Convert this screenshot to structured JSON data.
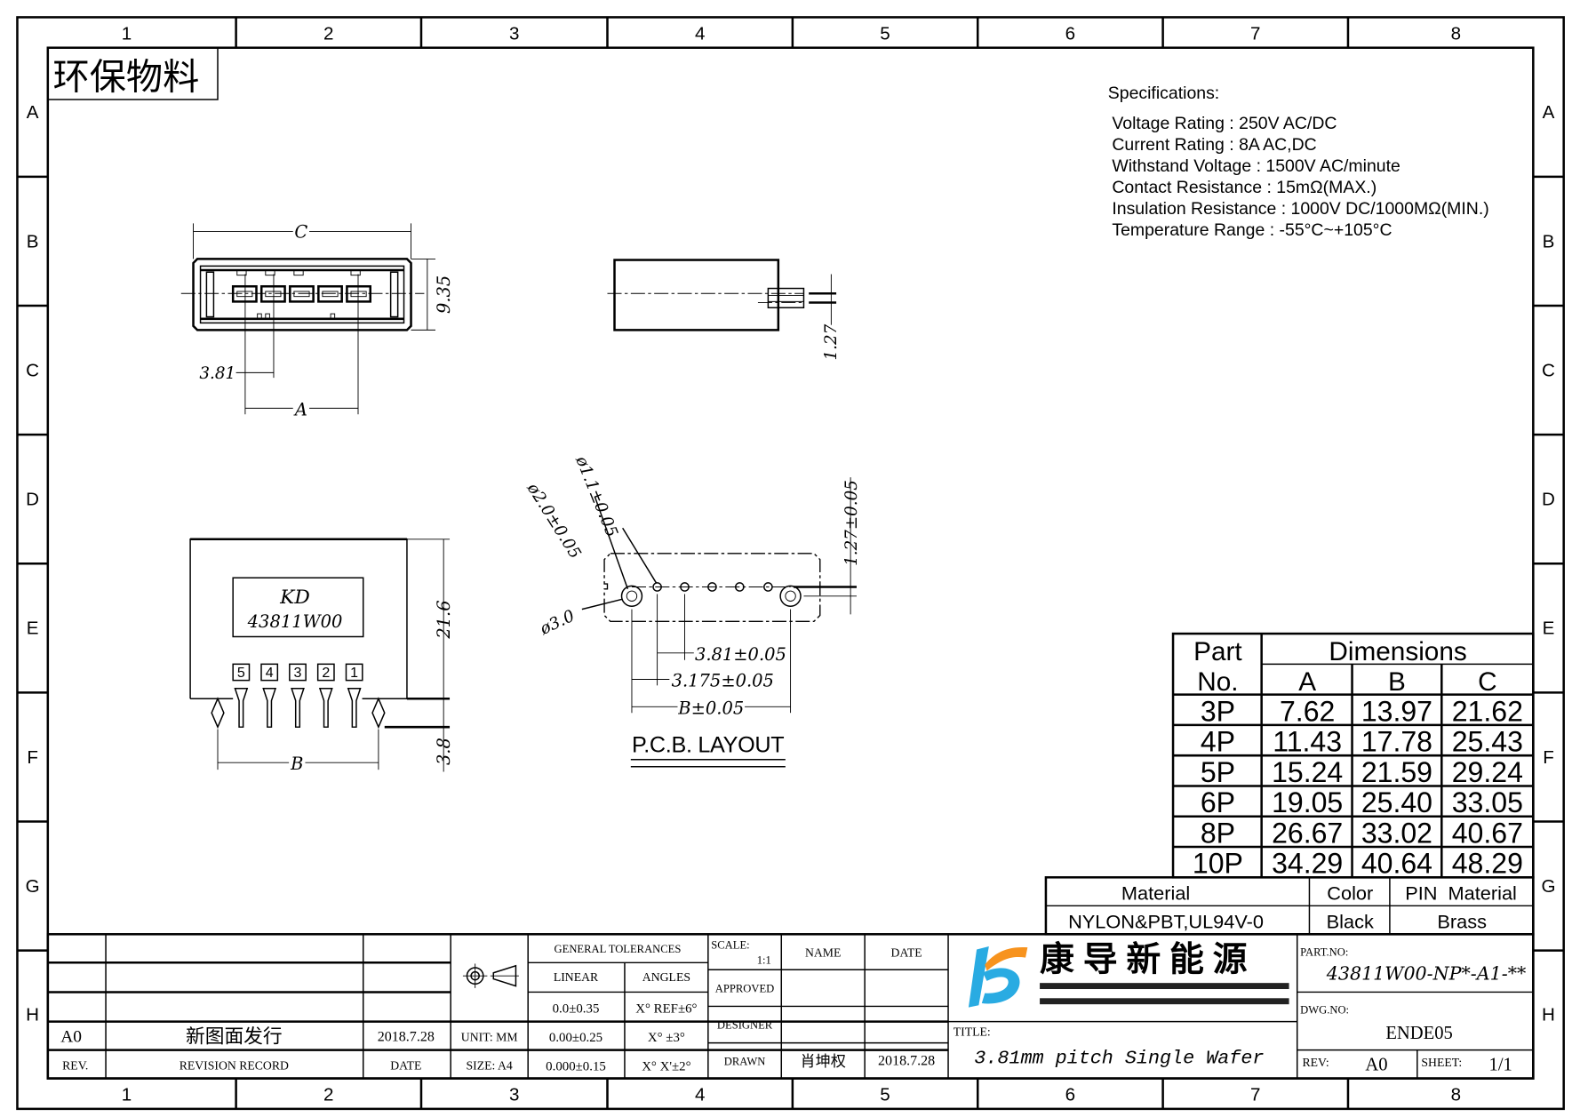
{
  "frame": {
    "columns": [
      "1",
      "2",
      "3",
      "4",
      "5",
      "6",
      "7",
      "8"
    ],
    "rows": [
      "A",
      "B",
      "C",
      "D",
      "E",
      "F",
      "G",
      "H"
    ]
  },
  "eco_stamp": "环保物料",
  "specifications": {
    "heading": "Specifications:",
    "lines": [
      "Voltage Rating : 250V AC/DC",
      "Current Rating : 8A AC,DC",
      "Withstand Voltage : 1500V AC/minute",
      "Contact Resistance : 15mΩ(MAX.)",
      "Insulation Resistance : 1000V DC/1000MΩ(MIN.)",
      "Temperature Range : -55°C~+105°C"
    ]
  },
  "top_view": {
    "dim_c": "C",
    "dim_height": "9.35",
    "dim_pitch": "3.81",
    "dim_a": "A"
  },
  "side_view": {
    "dim_offset": "1.27"
  },
  "front_view": {
    "label_brand": "KD",
    "label_part": "43811W00",
    "pin_numbers": [
      "5",
      "4",
      "3",
      "2",
      "1"
    ],
    "dim_height": "21.6",
    "dim_pin": "3.8",
    "dim_b": "B"
  },
  "pcb_layout": {
    "title": "P.C.B. LAYOUT",
    "hole_large": "ø2.0±0.05",
    "hole_small": "ø1.1±0.05",
    "pad": "ø3.0",
    "offset": "1.27±0.05",
    "pitch": "3.81±0.05",
    "edge": "3.175±0.05",
    "span": "B±0.05"
  },
  "dimension_table": {
    "header_part": [
      "Part",
      "No."
    ],
    "header_dims": "Dimensions",
    "columns": [
      "A",
      "B",
      "C"
    ],
    "rows": [
      {
        "part": "3P",
        "a": "7.62",
        "b": "13.97",
        "c": "21.62"
      },
      {
        "part": "4P",
        "a": "11.43",
        "b": "17.78",
        "c": "25.43"
      },
      {
        "part": "5P",
        "a": "15.24",
        "b": "21.59",
        "c": "29.24"
      },
      {
        "part": "6P",
        "a": "19.05",
        "b": "25.40",
        "c": "33.05"
      },
      {
        "part": "8P",
        "a": "26.67",
        "b": "33.02",
        "c": "40.67"
      },
      {
        "part": "10P",
        "a": "34.29",
        "b": "40.64",
        "c": "48.29"
      }
    ]
  },
  "material_table": {
    "headers": [
      "Material",
      "Color",
      "PIN  Material"
    ],
    "values": [
      "NYLON&PBT,UL94V-0",
      "Black",
      "Brass"
    ]
  },
  "title_block": {
    "revision": {
      "rev": "A0",
      "record": "新图面发行",
      "date": "2018.7.28",
      "h_rev": "REV.",
      "h_record": "REVISION RECORD",
      "h_date": "DATE"
    },
    "unit": "UNIT: MM",
    "size": "SIZE: A4",
    "tolerances": {
      "title": "GENERAL TOLERANCES",
      "linear": "LINEAR",
      "angles": "ANGLES",
      "rows": [
        [
          "0.0±0.35",
          "X° REF±6°"
        ],
        [
          "0.00±0.25",
          "X° ±3°"
        ],
        [
          "0.000±0.15",
          "X° X'±2°"
        ]
      ]
    },
    "scale_label": "SCALE:",
    "scale": "1:1",
    "name": "NAME",
    "date": "DATE",
    "approved": "APPROVED",
    "designer": "DESIGNER",
    "drawn": "DRAWN",
    "drawn_name": "肖坤权",
    "drawn_date": "2018.7.28",
    "company": "康 导 新 能 源",
    "title_label": "TITLE:",
    "title": "3.81mm pitch Single Wafer",
    "part_no_label": "PART.NO:",
    "part_no": "43811W00-NP*-A1-**",
    "dwg_no_label": "DWG.NO:",
    "dwg_no": "ENDE05",
    "rev_label": "REV:",
    "rev": "A0",
    "sheet_label": "SHEET:",
    "sheet": "1/1",
    "colors": {
      "logo_blue": "#29abe2",
      "logo_orange": "#f7931e"
    }
  }
}
